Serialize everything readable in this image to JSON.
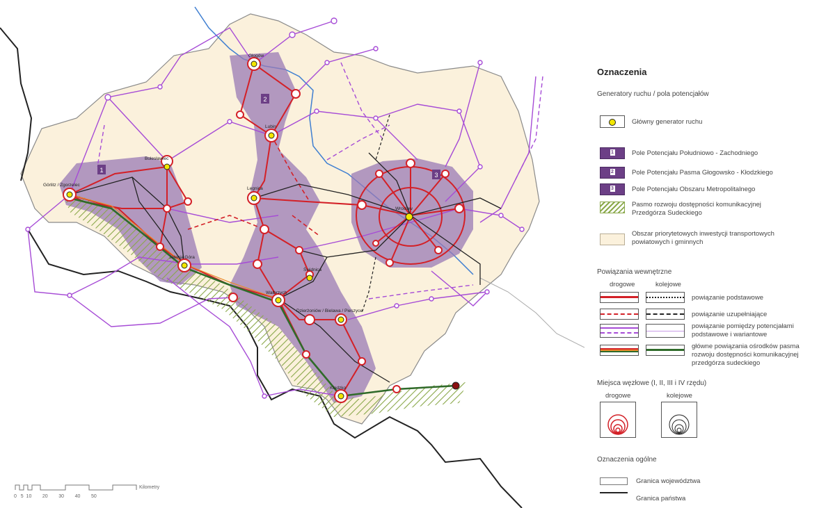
{
  "places": {
    "glogow": "Głogów",
    "lubin": "Lubin",
    "boleslawiec": "Bolesławiec",
    "zgorzelec": "Görlitz / Zgorzelec",
    "legnica": "Legnica",
    "wroclaw": "Wrocław",
    "jelenia_gora": "Jelenia Góra",
    "swidnica": "Świdnica",
    "walbrzych": "Wałbrzych",
    "dzierzoniow": "Dzierżoniów / Bielawa / Pieszyce",
    "klodzko": "Kłodzko"
  },
  "field_numbers": {
    "sw": "1",
    "gk": "2",
    "metro": "3"
  },
  "legend": {
    "title": "Oznaczenia",
    "generators_heading": "Generatory ruchu / pola potencjałów",
    "main_generator": "Główny generator ruchu",
    "field_sw": "Pole Potencjału Południowo - Zachodniego",
    "field_gk": "Pole Potencjału Pasma Głogowsko - Kłodzkiego",
    "field_metro": "Pole Potencjału Obszaru Metropolitalnego",
    "sudety_band": "Pasmo rozwoju dostępności komunikacyjnej Przedgórza Sudeckiego",
    "priority_area": "Obszar priorytetowych inwestycji transportowych powiatowych i gminnych",
    "internal_links_heading": "Powiązania wewnętrzne",
    "road_col": "drogowe",
    "rail_col": "kolejowe",
    "basic_link": "powiązanie podstawowe",
    "supplementary_link": "powiązanie uzupełniające",
    "between_fields_link": "powiązanie pomiędzy potencjałami podstawowe i wariantowe",
    "main_band_links": "główne powiązania ośrodków pasma rozwoju dostępności komunikacyjnej przedgórza sudeckiego",
    "nodes_heading": "Miejsca węzłowe (I, II, III i IV rzędu)",
    "nodes_road": "drogowe",
    "nodes_rail": "kolejowe",
    "general_heading": "Oznaczenia ogólne",
    "voivodeship_border": "Granica województwa",
    "state_border": "Granica państwa"
  },
  "scale_bar": {
    "ticks": [
      "0",
      "5",
      "10",
      "20",
      "30",
      "40",
      "50"
    ],
    "unit": "Kilometry"
  },
  "colors": {
    "road": "#d32027",
    "link_purple": "#a64bd6",
    "field_purple": "#9a7ab5",
    "region_fill": "#fbf1dc",
    "rail": "#222222",
    "river": "#3f7fd1",
    "band_green": "#2f6b2a",
    "band_orange": "#e98a2a"
  }
}
